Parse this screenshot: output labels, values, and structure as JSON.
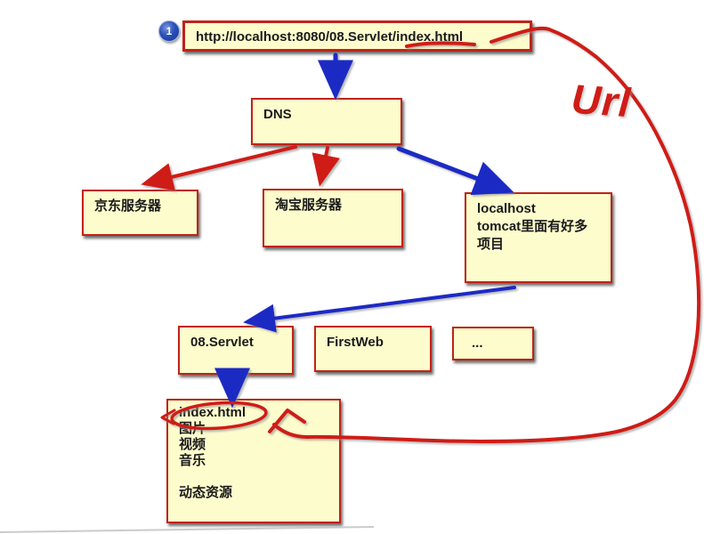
{
  "badge": {
    "label": "1"
  },
  "boxes": {
    "url": {
      "text": "http://localhost:8080/08.Servlet/index.html"
    },
    "dns": {
      "text": "DNS"
    },
    "jd_server": {
      "text": "京东服务器"
    },
    "taobao_server": {
      "text": "淘宝服务器"
    },
    "localhost_tomcat": {
      "text": "localhost\ntomcat里面有好多\n项目"
    },
    "servlet_project": {
      "text": "08.Servlet"
    },
    "firstweb_project": {
      "text": "FirstWeb"
    },
    "more_projects": {
      "text": "..."
    },
    "resources": {
      "text": "index.html\n图片\n视频\n音乐\n\n动态资源"
    }
  },
  "annotations": {
    "handwritten_label": "Url"
  },
  "colors": {
    "box_fill": "#FDFCCD",
    "box_border": "#C02318",
    "arrow_blue": "#1F2CC4",
    "freehand_red": "#CF1D17",
    "badge_blue": "#12339D"
  }
}
